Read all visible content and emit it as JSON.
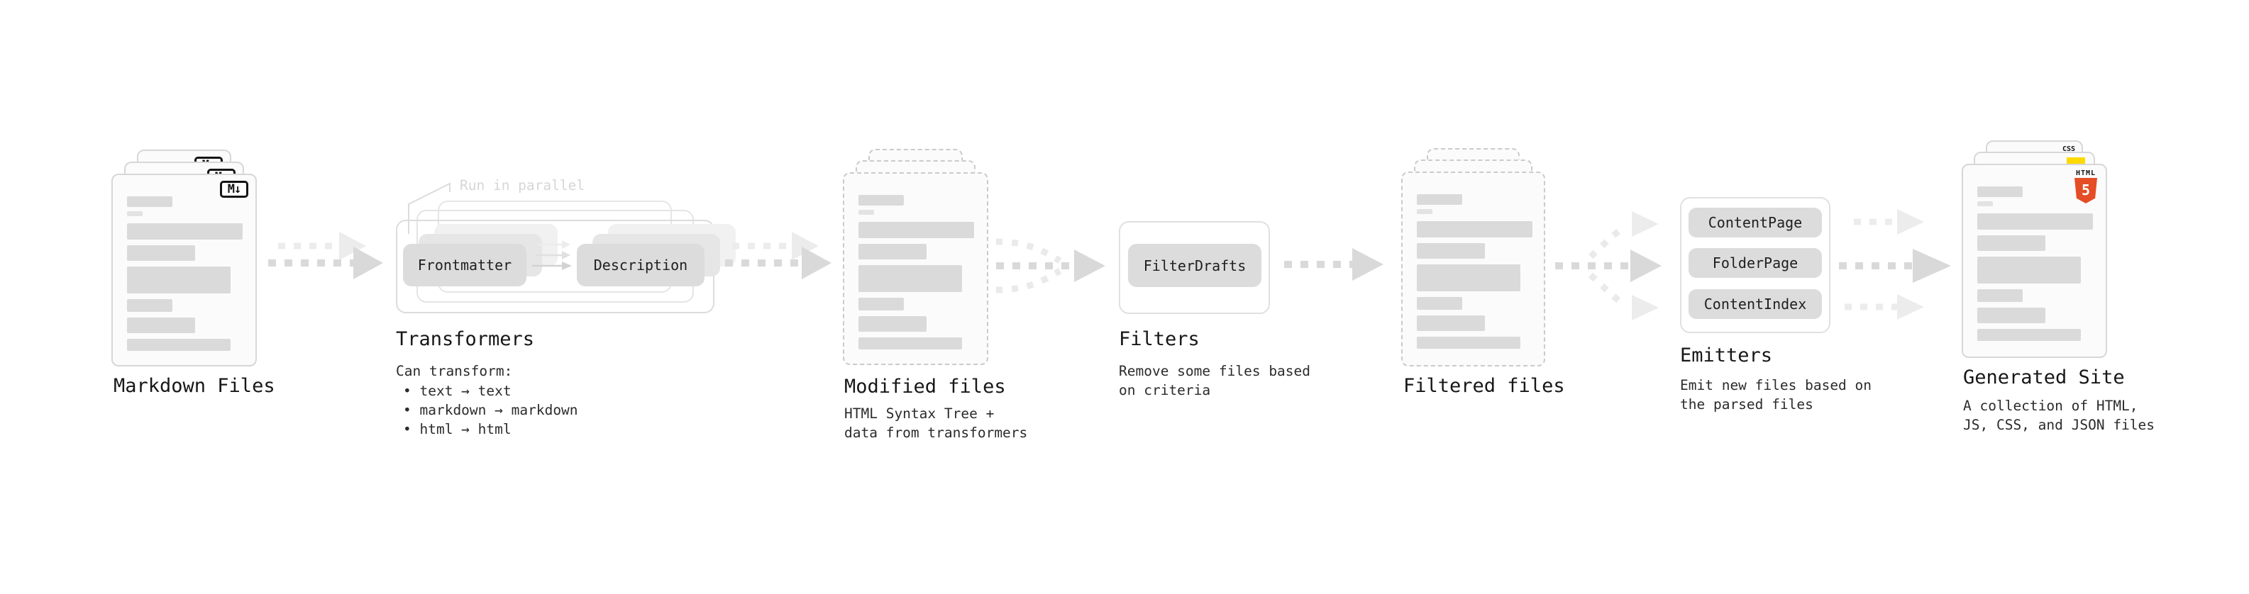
{
  "stages": {
    "markdown": {
      "label": "Markdown Files",
      "badge": "M↓"
    },
    "transformers": {
      "label": "Transformers",
      "annotation": "Run in parallel",
      "node1": "Frontmatter",
      "node2": "Description",
      "caption": "Can transform:",
      "bullet1": "• text → text",
      "bullet2": "• markdown → markdown",
      "bullet3": "• html → html"
    },
    "modified": {
      "label": "Modified files",
      "caption1": "HTML Syntax Tree +",
      "caption2": "data from transformers"
    },
    "filters": {
      "label": "Filters",
      "node1": "FilterDrafts",
      "caption1": "Remove some files based",
      "caption2": "on criteria"
    },
    "filtered": {
      "label": "Filtered files"
    },
    "emitters": {
      "label": "Emitters",
      "node1": "ContentPage",
      "node2": "FolderPage",
      "node3": "ContentIndex",
      "caption1": "Emit new files based on",
      "caption2": "the parsed files"
    },
    "generated": {
      "label": "Generated Site",
      "caption1": "A collection of HTML,",
      "caption2": "JS, CSS, and JSON files",
      "css_badge": "CSS",
      "html_badge_text": "HTML",
      "html_badge_number": "5"
    }
  },
  "colors": {
    "arrow_dark": "#d9d9d9",
    "arrow_light": "#ececec",
    "node_fill": "#dcdcdc",
    "doc_border": "#d7d7d7",
    "html5_orange": "#e44d26",
    "js_yellow": "#ffd900",
    "css_blue": "#2862e9"
  }
}
